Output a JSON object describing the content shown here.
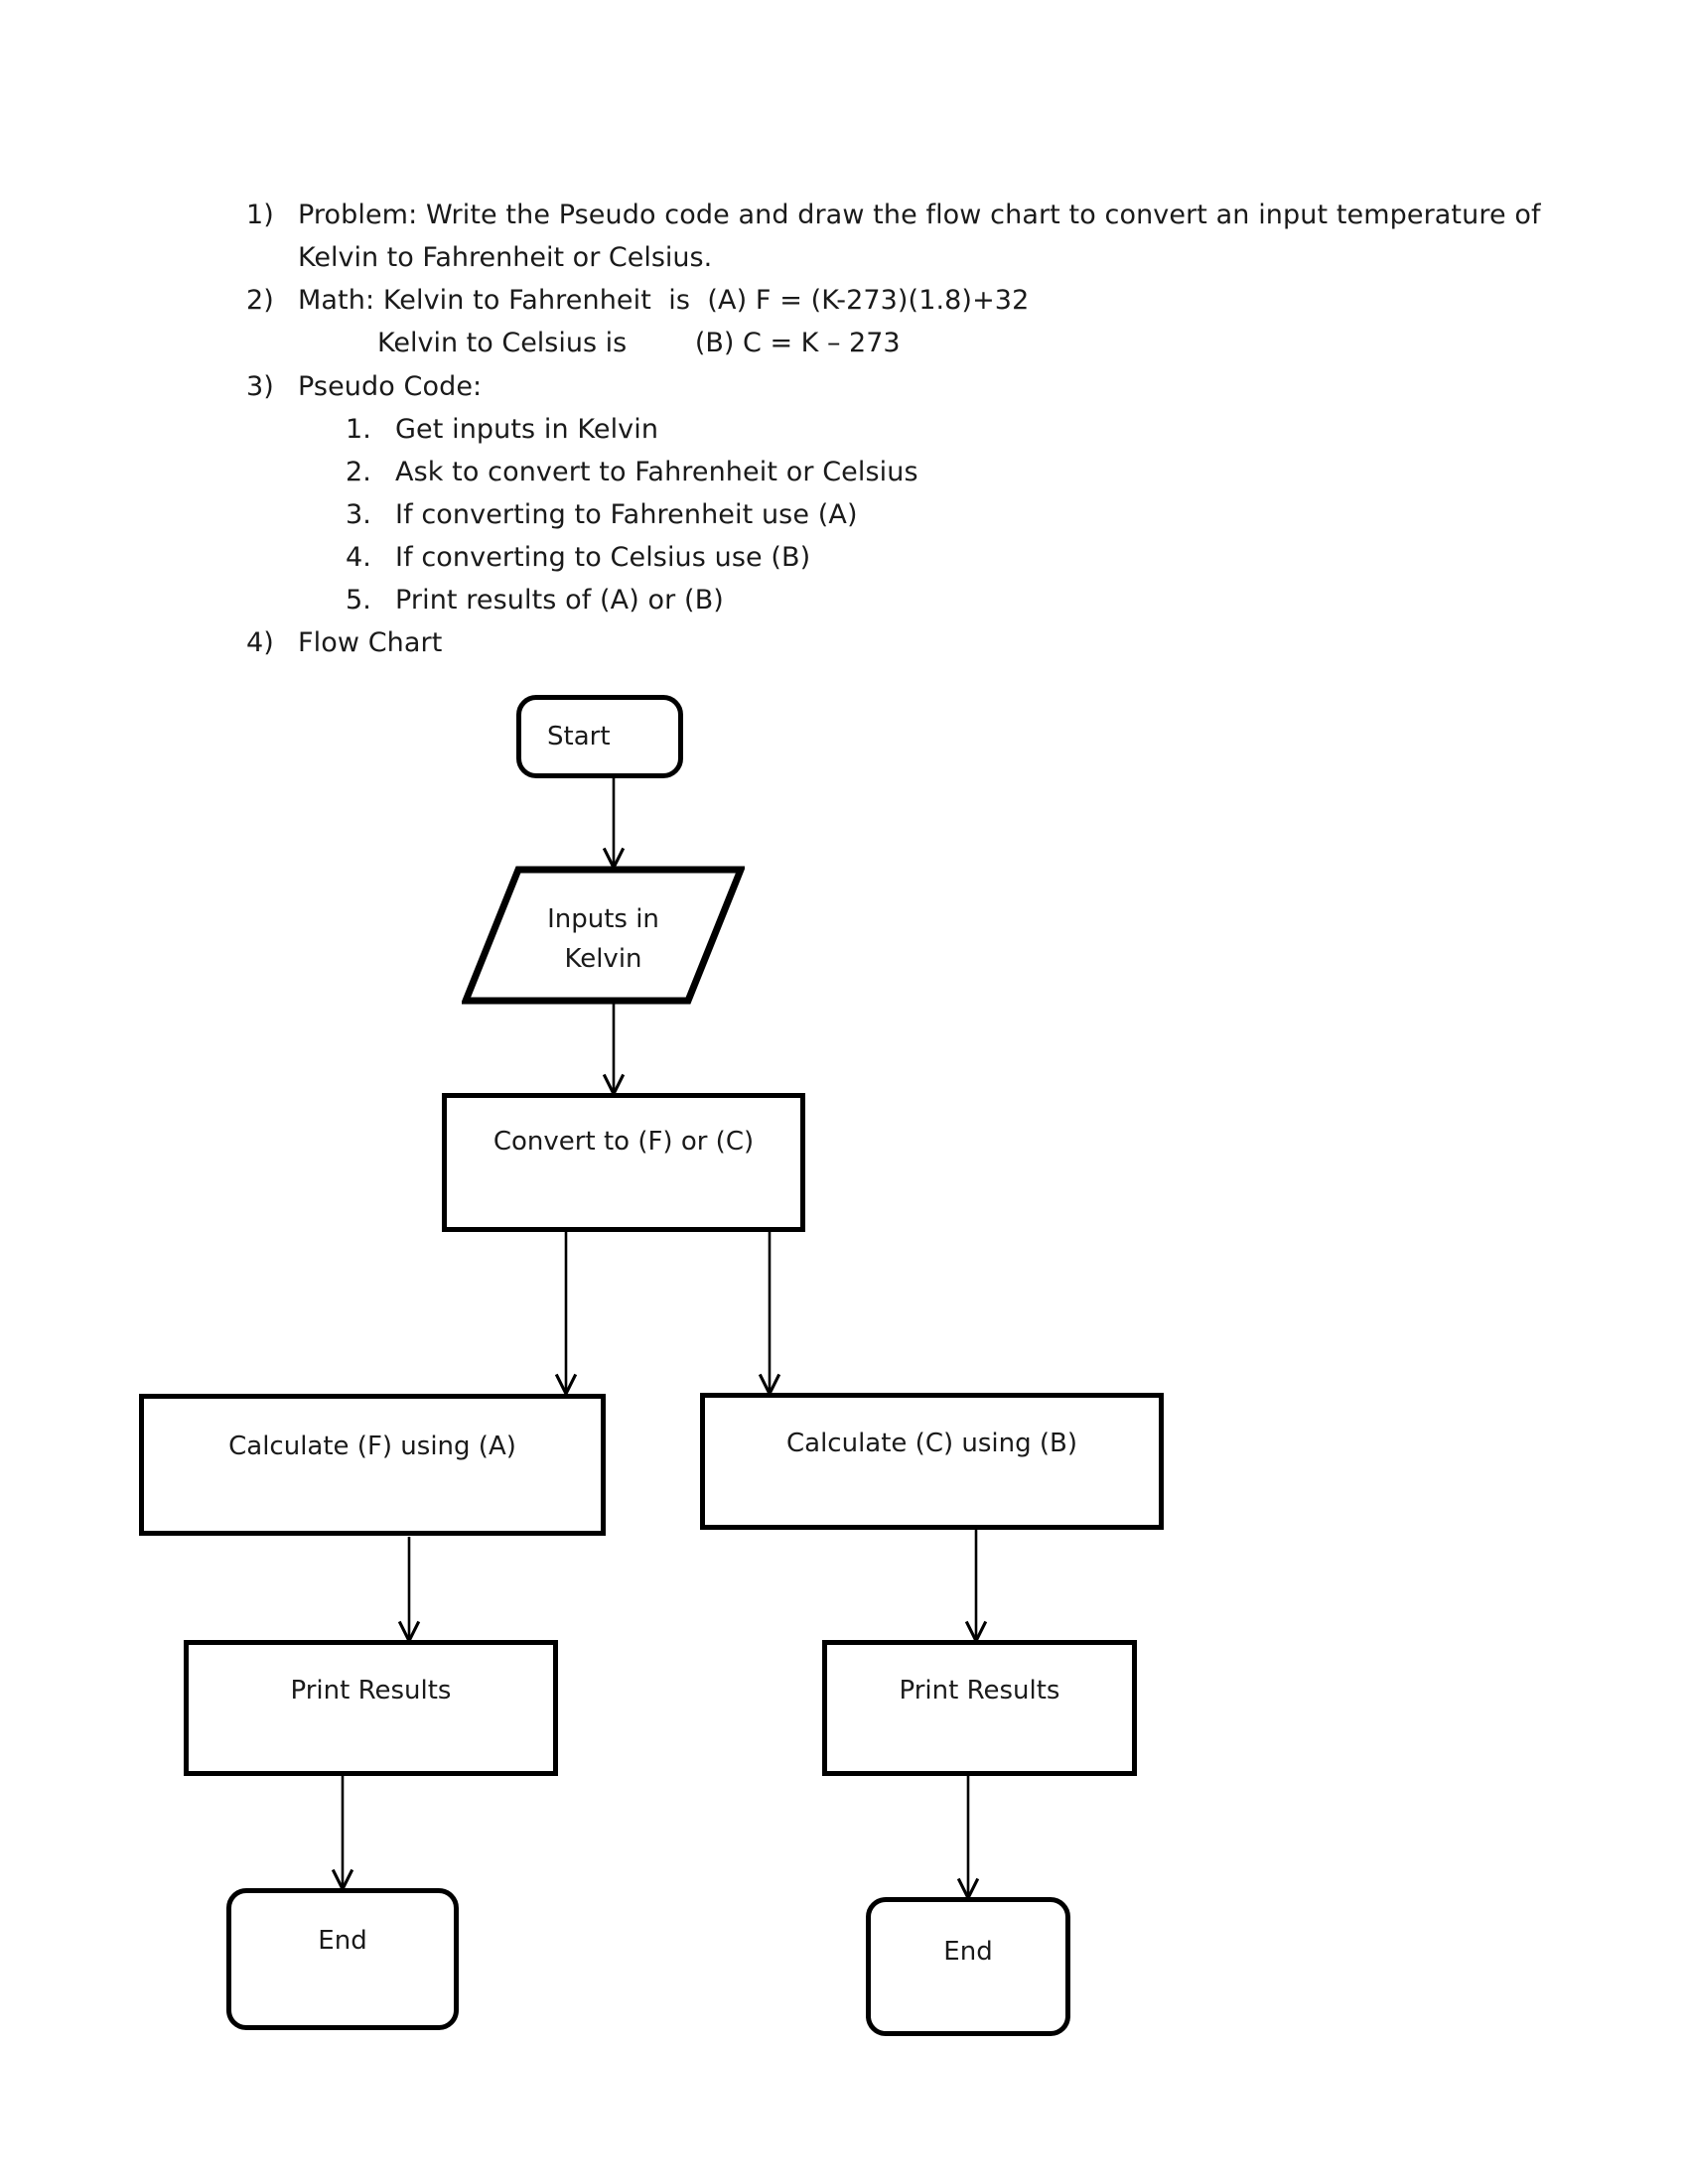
{
  "document": {
    "outline": [
      {
        "marker": "1)",
        "text": "Problem: Write the Pseudo code and draw the flow chart to convert an input temperature of",
        "continuation": "Kelvin to Fahrenheit or Celsius."
      },
      {
        "marker": "2)",
        "text": "Math: Kelvin to Fahrenheit  is  (A) F = (K-273)(1.8)+32",
        "continuation": "Kelvin to Celsius is        (B) C = K – 273"
      },
      {
        "marker": "3)",
        "text": "Pseudo Code:"
      },
      {
        "marker": "4)",
        "text": "Flow Chart"
      }
    ],
    "pseudo_code_steps": [
      {
        "marker": "1.",
        "text": "Get inputs in Kelvin"
      },
      {
        "marker": "2.",
        "text": "Ask to convert to Fahrenheit or Celsius"
      },
      {
        "marker": "3.",
        "text": "If converting to Fahrenheit use (A)"
      },
      {
        "marker": "4.",
        "text": "If converting to Celsius use (B)"
      },
      {
        "marker": "5.",
        "text": "Print results of (A) or (B)"
      }
    ]
  },
  "flowchart": {
    "type": "flowchart",
    "stroke_color": "#000000",
    "fill_color": "#ffffff",
    "text_color": "#1a1a1a",
    "nodes": [
      {
        "id": "start",
        "shape": "terminator",
        "label": "Start"
      },
      {
        "id": "inputs",
        "shape": "parallelogram",
        "label": "Inputs in\nKelvin"
      },
      {
        "id": "convert",
        "shape": "rectangle",
        "label": "Convert to (F) or (C)"
      },
      {
        "id": "calc_f",
        "shape": "rectangle",
        "label": "Calculate (F) using (A)"
      },
      {
        "id": "calc_c",
        "shape": "rectangle",
        "label": "Calculate (C) using (B)"
      },
      {
        "id": "print_left",
        "shape": "rectangle",
        "label": "Print Results"
      },
      {
        "id": "print_right",
        "shape": "rectangle",
        "label": "Print Results"
      },
      {
        "id": "end_left",
        "shape": "terminator",
        "label": "End"
      },
      {
        "id": "end_right",
        "shape": "terminator",
        "label": "End"
      }
    ],
    "edges": [
      {
        "from": "start",
        "to": "inputs"
      },
      {
        "from": "inputs",
        "to": "convert"
      },
      {
        "from": "convert",
        "to": "calc_f"
      },
      {
        "from": "convert",
        "to": "calc_c"
      },
      {
        "from": "calc_f",
        "to": "print_left"
      },
      {
        "from": "calc_c",
        "to": "print_right"
      },
      {
        "from": "print_left",
        "to": "end_left"
      },
      {
        "from": "print_right",
        "to": "end_right"
      }
    ]
  }
}
